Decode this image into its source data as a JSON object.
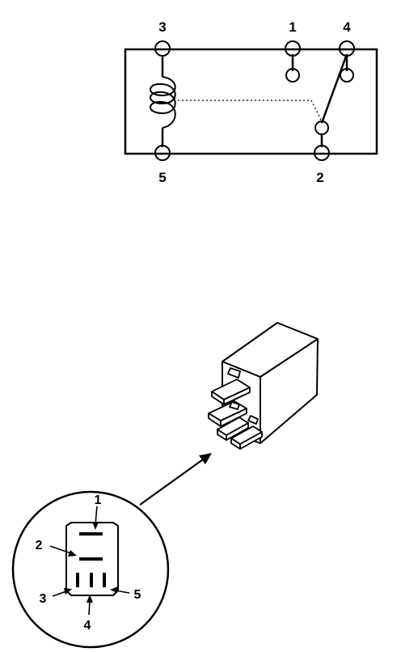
{
  "schematic": {
    "terminals": [
      {
        "id": "t3",
        "label": "3"
      },
      {
        "id": "t1",
        "label": "1"
      },
      {
        "id": "t4",
        "label": "4"
      },
      {
        "id": "t5",
        "label": "5"
      },
      {
        "id": "t2",
        "label": "2"
      }
    ]
  },
  "connector_view": {
    "labels": {
      "pin1": "1",
      "pin2": "2",
      "pin3": "3",
      "pin4": "4",
      "pin5": "5"
    }
  },
  "colors": {
    "ink": "#000000",
    "background": "#ffffff"
  }
}
